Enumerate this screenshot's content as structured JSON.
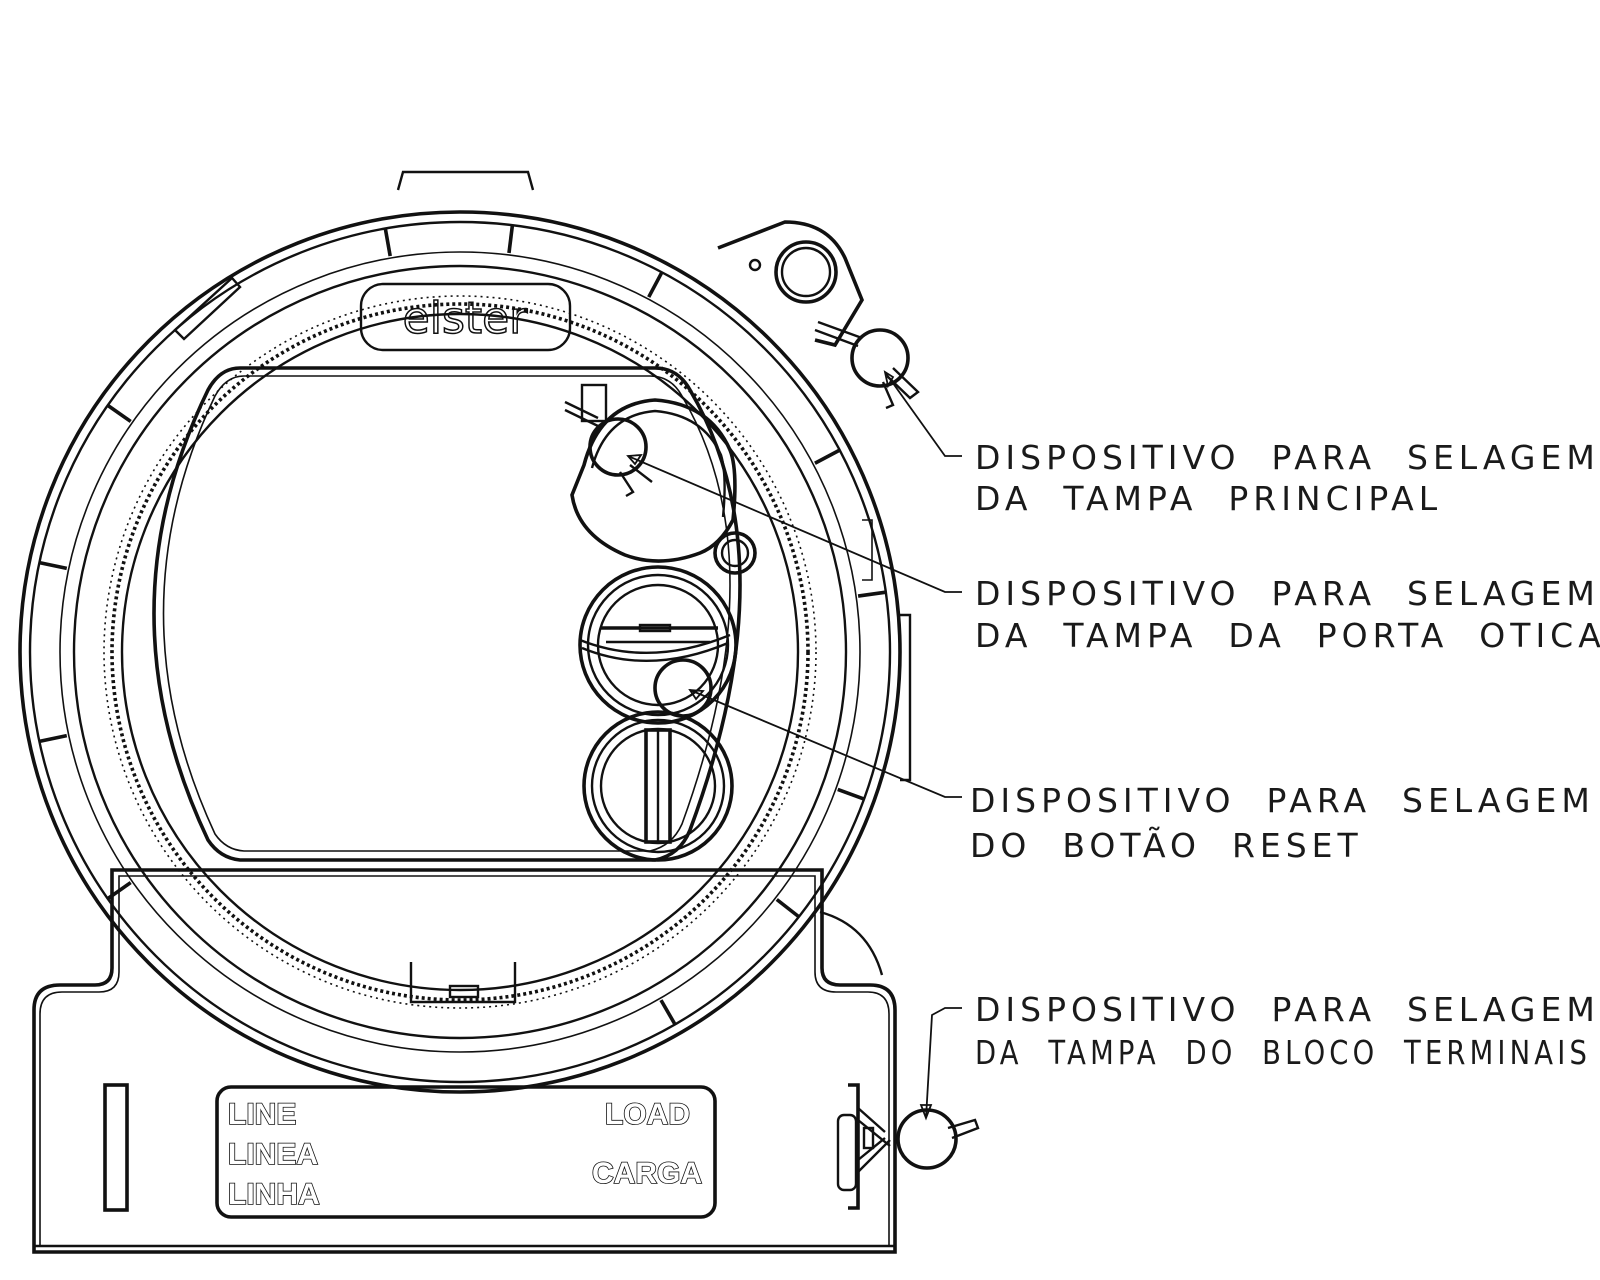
{
  "device": {
    "brand_logo": "elster",
    "terminal_plate": {
      "left_labels": [
        "LINE",
        "LINEA",
        "LINHA"
      ],
      "right_labels": [
        "LOAD",
        "CARGA"
      ]
    }
  },
  "callouts": [
    {
      "lines": [
        "DISPOSITIVO  PARA  SELAGEM",
        "DA  TAMPA  PRINCIPAL"
      ]
    },
    {
      "lines": [
        "DISPOSITIVO  PARA  SELAGEM",
        "DA  TAMPA  DA  PORTA  OTICA"
      ]
    },
    {
      "lines": [
        "DISPOSITIVO  PARA  SELAGEM",
        "DO  BOTÃO  RESET"
      ]
    },
    {
      "lines": [
        "DISPOSITIVO  PARA  SELAGEM",
        "DA  TAMPA  DO  BLOCO  TERMINAIS"
      ]
    }
  ],
  "colors": {
    "line": "#111111",
    "background": "#ffffff"
  }
}
